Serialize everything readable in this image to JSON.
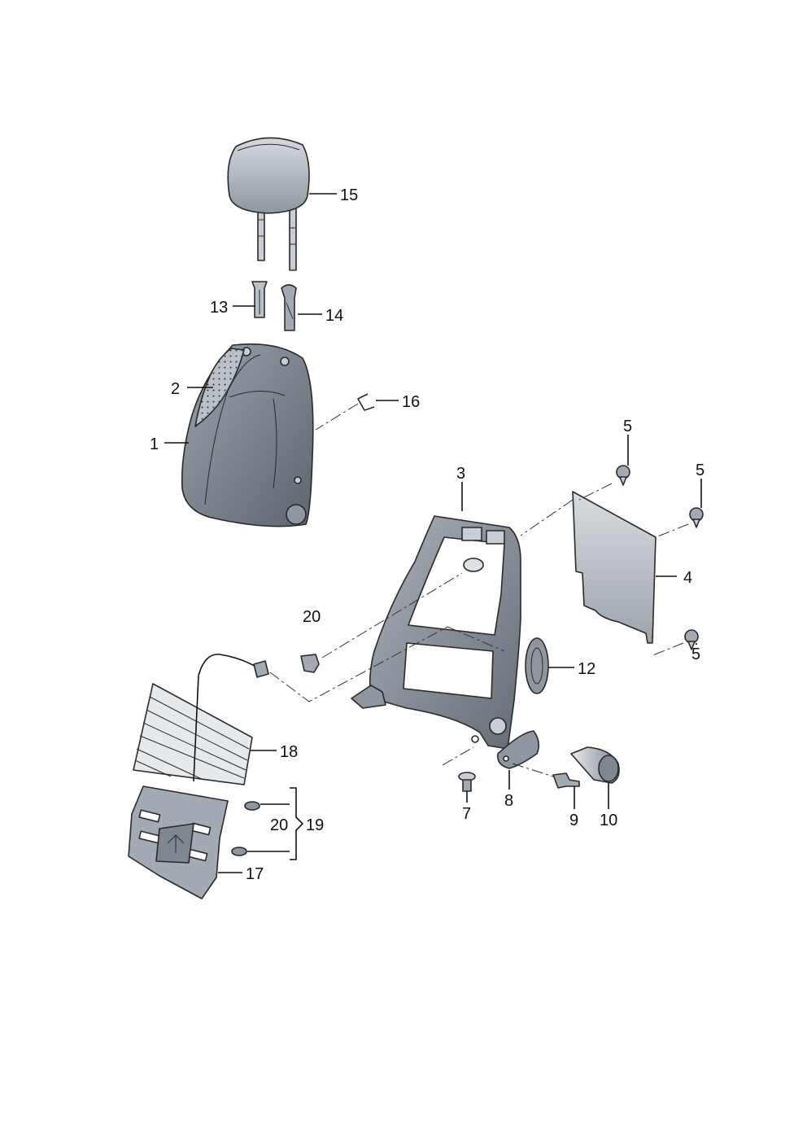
{
  "labels": {
    "l1": "1",
    "l2": "2",
    "l3": "3",
    "l4": "4",
    "l5a": "5",
    "l5b": "5",
    "l5c": "5",
    "l7": "7",
    "l8": "8",
    "l9": "9",
    "l10": "10",
    "l12": "12",
    "l13": "13",
    "l14": "14",
    "l15": "15",
    "l16": "16",
    "l17": "17",
    "l18": "18",
    "l19": "19",
    "l20a": "20",
    "l20b": "20"
  },
  "colors": {
    "part_light": "#c9ced4",
    "part_mid": "#a3aab3",
    "part_dark": "#6e7681",
    "outline": "#2a2a2a"
  }
}
